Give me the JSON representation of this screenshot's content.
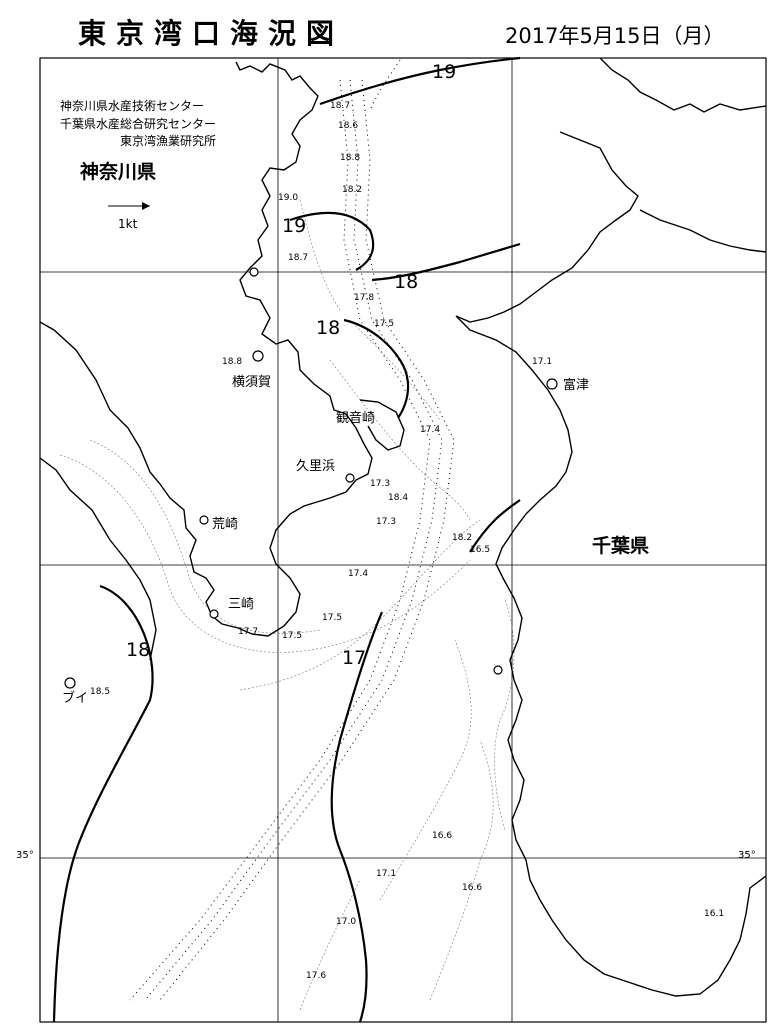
{
  "title": "東京湾口海況図",
  "date": "2017年5月15日（月）",
  "organizations": [
    "神奈川県水産技術センター",
    "千葉県水産総合研究センター",
    "東京湾漁業研究所"
  ],
  "prefectures": {
    "kanagawa": "神奈川県",
    "chiba": "千葉県"
  },
  "scale_label": "1kt",
  "latitude_label": "35°",
  "places": {
    "yokosuka": "横須賀",
    "kannonzaki": "観音崎",
    "kurihama": "久里浜",
    "futtsu": "富津",
    "arasaki": "荒崎",
    "misaki": "三崎",
    "buoy": "ブイ"
  },
  "isotherm_labels": [
    "19",
    "19",
    "18",
    "18",
    "18",
    "17"
  ],
  "observations": [
    "18.7",
    "18.6",
    "18.8",
    "18.2",
    "19.0",
    "18.7",
    "17.8",
    "17.5",
    "18.8",
    "17.1",
    "17.4",
    "17.3",
    "18.4",
    "17.3",
    "18.2",
    "16.5",
    "17.4",
    "17.5",
    "17.5",
    "17.7",
    "18.5",
    "16.6",
    "17.1",
    "16.6",
    "17.0",
    "17.6",
    "16.1"
  ]
}
